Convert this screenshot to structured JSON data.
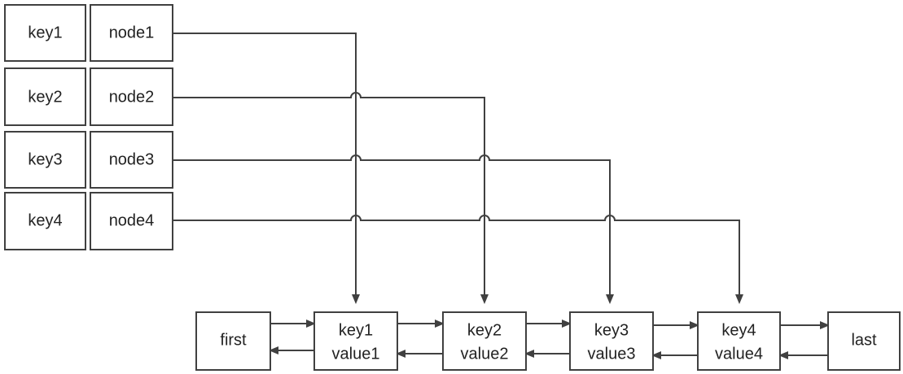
{
  "hash_table": {
    "rows": [
      {
        "key": "key1",
        "node": "node1"
      },
      {
        "key": "key2",
        "node": "node2"
      },
      {
        "key": "key3",
        "node": "node3"
      },
      {
        "key": "key4",
        "node": "node4"
      }
    ]
  },
  "linked_list": {
    "head": "first",
    "tail": "last",
    "nodes": [
      {
        "key": "key1",
        "value": "value1"
      },
      {
        "key": "key2",
        "value": "value2"
      },
      {
        "key": "key3",
        "value": "value3"
      },
      {
        "key": "key4",
        "value": "value4"
      }
    ]
  },
  "colors": {
    "stroke": "#404040",
    "text": "#222222",
    "background": "#ffffff"
  }
}
